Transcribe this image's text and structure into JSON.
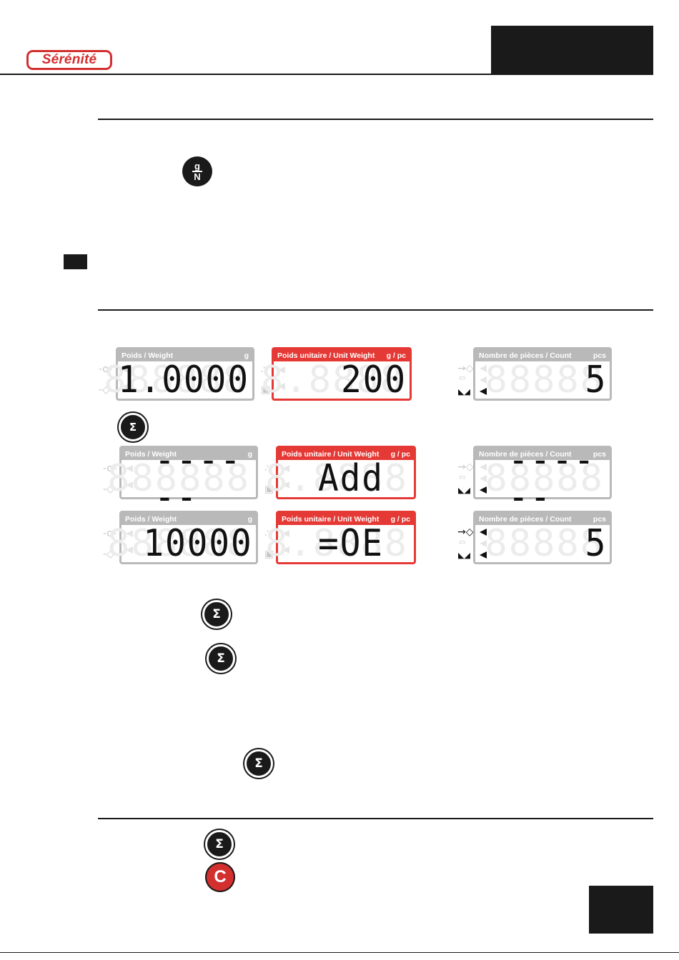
{
  "brand": {
    "logo_text": "Sérénité"
  },
  "icons": {
    "tare_unit_top": "g",
    "tare_unit_bottom": "N",
    "sum_symbol": "Σ",
    "clear_letter": "C"
  },
  "displays": {
    "row1": {
      "weight": {
        "label": "Poids / Weight",
        "unit": "g",
        "value": "1.0000"
      },
      "unit_weight": {
        "label": "Poids unitaire / Unit Weight",
        "unit": "g / pc",
        "value": "200"
      },
      "count": {
        "label": "Nombre de pièces / Count",
        "unit": "pcs",
        "value": "5"
      }
    },
    "row2": {
      "weight": {
        "label": "Poids / Weight",
        "unit": "g",
        "value": "------"
      },
      "unit_weight": {
        "label": "Poids unitaire / Unit Weight",
        "unit": "g / pc",
        "value": "Add"
      },
      "count": {
        "label": "Nombre de pièces / Count",
        "unit": "pcs",
        "value": "------"
      }
    },
    "row3": {
      "weight": {
        "label": "Poids / Weight",
        "unit": "g",
        "value": "10000"
      },
      "unit_weight": {
        "label": "Poids unitaire / Unit Weight",
        "unit": "g / pc",
        "value": "=OE"
      },
      "count": {
        "label": "Nombre de pièces / Count",
        "unit": "pcs",
        "value": "5"
      }
    }
  },
  "colors": {
    "accent_red": "#e53935",
    "panel_gray": "#b9b9b9",
    "ink": "#1a1a1a"
  }
}
